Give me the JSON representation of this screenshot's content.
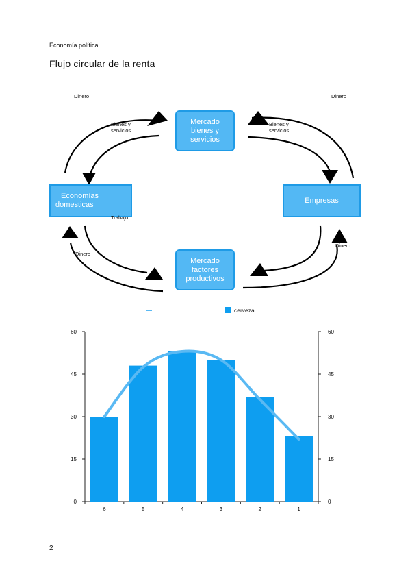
{
  "header": {
    "running_title": "Economía política"
  },
  "section_title": "Flujo circular de la renta",
  "diagram": {
    "nodes": {
      "goods_market": [
        "Mercado",
        "bienes y",
        "servicios"
      ],
      "households": [
        "Economías",
        "domesticas"
      ],
      "firms": [
        "Empresas"
      ],
      "factor_market": [
        "Mercado",
        "factores",
        "productivos"
      ]
    },
    "labels": {
      "money_top_left": "Dinero",
      "money_top_right": "Dinero",
      "goods_left": [
        "Bienes y",
        "servicios"
      ],
      "goods_right": [
        "Bienes y",
        "servicios"
      ],
      "labor": "Trabajo",
      "money_bottom_left": "Dinero",
      "money_bottom_right": "Dinero"
    },
    "colors": {
      "node_fill": "#53b8f4",
      "node_border": "#1f9be6"
    }
  },
  "chart_data": {
    "type": "bar",
    "categories": [
      "6",
      "5",
      "4",
      "3",
      "2",
      "1"
    ],
    "series": [
      {
        "name": "",
        "kind": "line",
        "color": "#5ab9f3",
        "values": [
          30,
          47.5,
          53,
          50,
          36,
          22
        ]
      },
      {
        "name": "cerveza",
        "kind": "bar",
        "color": "#0e9ef0",
        "values": [
          30,
          48,
          53,
          50,
          37,
          23
        ]
      }
    ],
    "ylim": [
      0,
      60
    ],
    "yticks": [
      0,
      15,
      30,
      45,
      60
    ],
    "y2ticks": [
      0,
      15,
      30,
      45,
      60
    ],
    "legend_position": "top",
    "grid": false
  },
  "footer": {
    "page_number": "2"
  }
}
